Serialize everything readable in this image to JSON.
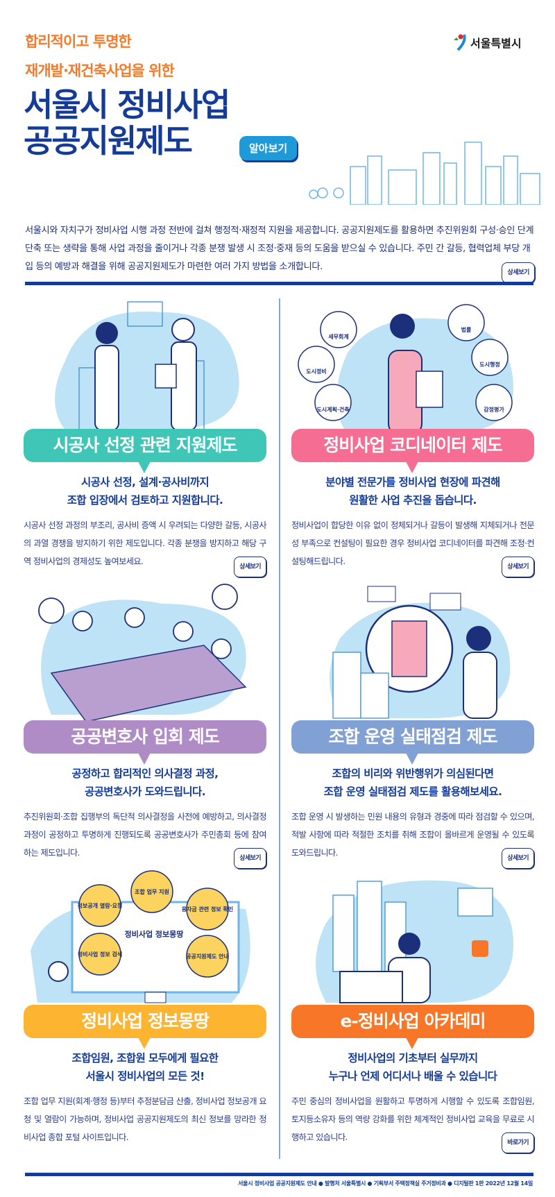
{
  "header": {
    "subtitle_line1": "합리적이고 투명한",
    "subtitle_line2": "재개발·재건축사업을 위한",
    "title_line1": "서울시 정비사업",
    "title_line2": "공공지원제도",
    "badge": "알아보기",
    "logo_text": "서울특별시"
  },
  "intro": {
    "text": "서울시와 자치구가 정비사업 시행 과정 전반에 걸쳐 행정적·재정적 지원을 제공합니다. 공공지원제도를 활용하면 추진위원회 구성·승인 단계 단축 또는 생략을 통해 사업 과정을 줄이거나 각종 분쟁 발생 시 조정·중재 등의 도움을 받으실 수 있습니다. 주민 간 갈등, 협력업체 부당 개입 등의 예방과 해결을 위해 공공지원제도가 마련한 여러 가지 방법을 소개합니다.",
    "more": "상세보기"
  },
  "cards": [
    {
      "title": "시공사 선정 관련 지원제도",
      "color": "#3fc6b6",
      "subtitle1": "시공사 선정, 설계·공사비까지",
      "subtitle2": "조합 입장에서 검토하고 지원합니다.",
      "body": "시공사 선정 과정의 부조리, 공사비 증액 시 우려되는 다양한 갈등, 시공사의 과열 경쟁을 방지하기 위한 제도입니다. 각종 분쟁을 방지하고 해당 구역 정비사업의 경제성도 높여보세요.",
      "more": "상세보기"
    },
    {
      "title": "정비사업 코디네이터 제도",
      "color": "#f56d93",
      "subtitle1": "분야별 전문가를 정비사업 현장에 파견해",
      "subtitle2": "원활한 사업 추진을 돕습니다.",
      "body": "정비사업이 합당한 이유 없이 정체되거나 갈등이 발생해 지체되거나 전문성 부족으로 컨설팅이 필요한 경우 정비사업 코디네이터를 파견해 조정·컨설팅해드립니다.",
      "more": "상세보기",
      "bubbles": [
        "세무회계",
        "법률",
        "도시정비",
        "도시행정",
        "도시계획·건축",
        "감정평가"
      ]
    },
    {
      "title": "공공변호사 입회 제도",
      "color": "#b08cc6",
      "subtitle1": "공정하고 합리적인 의사결정 과정,",
      "subtitle2": "공공변호사가 도와드립니다.",
      "body": "추진위원회·조합 집행부의 독단적 의사결정을 사전에 예방하고, 의사결정 과정이 공정하고 투명하게 진행되도록 공공변호사가 주민총회 등에 참여하는 제도입니다.",
      "more": "상세보기"
    },
    {
      "title": "조합 운영 실태점검 제도",
      "color": "#81a1d4",
      "subtitle1": "조합의 비리와 위반행위가 의심된다면",
      "subtitle2": "조합 운영 실태점검 제도를 활용해보세요.",
      "body": "조합 운영 시 발생하는 민원 내용의 유형과 경중에 따라 점검할 수 있으며, 적발 사항에 따라 적절한 조치를 취해 조합이 올바르게 운영될 수 있도록 도와드립니다.",
      "more": "상세보기"
    },
    {
      "title": "정비사업 정보몽땅",
      "color": "#fdb531",
      "subtitle1": "조합임원, 조합원 모두에게 필요한",
      "subtitle2": "서울시 정비사업의 모든 것!",
      "body": "조합 업무 지원(회계·행정 등)부터 추정분담금 산출, 정비사업 정보공개 요청 및 열람이 가능하며, 정비사업 공공지원제도의 최신 정보를 망라한 정비사업 종합 포털 사이트입니다.",
      "more": "",
      "bubbles": [
        "정보공개 열람·요청",
        "조합 업무 지원",
        "융자금 관련 정보 확인",
        "정비사업 정보 검색",
        "공공지원제도 안내"
      ],
      "center": "정비사업 정보몽땅"
    },
    {
      "title": "e-정비사업 아카데미",
      "color": "#f77628",
      "subtitle1": "정비사업의 기초부터 실무까지",
      "subtitle2": "누구나 언제 어디서나 배울 수 있습니다",
      "body": "주민 중심의 정비사업을 원활하고 투명하게 시행할 수 있도록 조합임원, 토지등소유자 등의 역량 강화를 위한 체계적인 정비사업 교육을 무료로 시행하고 있습니다.",
      "more": "바로가기"
    }
  ],
  "footer": "서울시 정비사업 공공지원제도 안내 ● 발행처 서울특별시 ● 기획부서 주택정책실 주거정비과 ● 디지털판 1판 2022년 12월 14일",
  "colors": {
    "navy": "#143c96",
    "orange": "#f47a2a",
    "sky": "#bfe3f6"
  }
}
